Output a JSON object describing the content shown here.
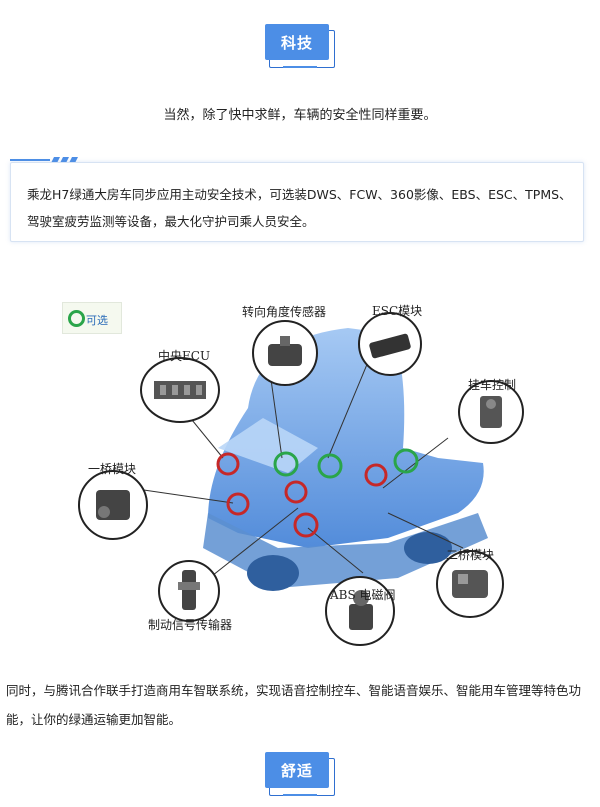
{
  "section_top": {
    "label": "科技"
  },
  "intro": "当然，除了快中求鲜，车辆的安全性同样重要。",
  "feature_box": {
    "text": "乘龙H7绿通大房车同步应用主动安全技术，可选装DWS、FCW、360影像、EBS、ESC、TPMS、驾驶室疲劳监测等设备，最大化守护司乘人员安全。"
  },
  "diagram": {
    "legend": "可选",
    "components": [
      "转向角度传感器",
      "ESC模块",
      "中央ECU",
      "挂车控制",
      "一桥模块",
      "二桥模块",
      "制动信号传输器",
      "ABS 电磁阀"
    ]
  },
  "outro": "同时，与腾讯合作联手打造商用车智联系统，实现语音控制控车、智能语音娱乐、智能用车管理等特色功能，让你的绿通运输更加智能。",
  "section_bottom": {
    "label": "舒适"
  },
  "colors": {
    "accent": "#4c8ee6",
    "optional_ring": "#2aa54a",
    "standard_ring": "#c62828"
  }
}
